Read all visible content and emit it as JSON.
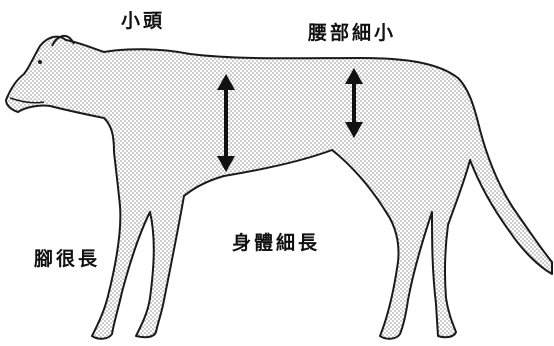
{
  "labels": {
    "small_head": "小頭",
    "slim_waist": "腰部細小",
    "long_legs": "腳很長",
    "long_slender_body": "身體細長"
  },
  "colors": {
    "outline": "#1a1a1a",
    "fill_dot": "#8a8a8a",
    "arrow": "#111111"
  }
}
